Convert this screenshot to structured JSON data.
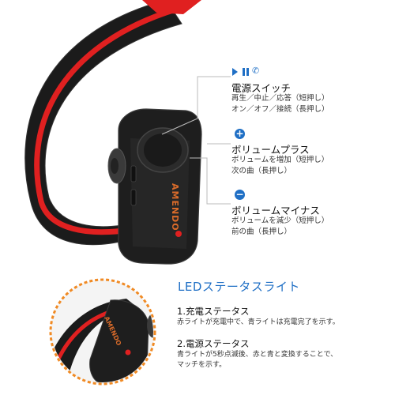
{
  "power_switch": {
    "title": "電源スイッチ",
    "lines": [
      "再生／中止／応答（短押し）",
      "オン／オフ／接続（長押し）"
    ],
    "icons": [
      "play-icon",
      "pause-icon",
      "phone-icon"
    ]
  },
  "volume_up": {
    "title": "ボリュームプラス",
    "lines": [
      "ボリュームを増加（短押し）",
      "次の曲（長押し）"
    ],
    "icon": "plus-icon"
  },
  "volume_down": {
    "title": "ボリュームマイナス",
    "lines": [
      "ボリュームを減少（短押し）",
      "前の曲（長押し）"
    ],
    "icon": "minus-icon"
  },
  "led": {
    "title": "LEDステータスライト",
    "charge_title": "1.充電ステータス",
    "charge_desc": "赤ライトが充電中で、青ライトは充電完了を示す。",
    "power_title": "2.電源ステータス",
    "power_lines": [
      "青ライトが5秒点滅後、赤と青と変換することで、",
      "マッチを示す。"
    ]
  },
  "brand": {
    "logo_text": "AMENDO"
  },
  "colors": {
    "accent": "#1f6fc5",
    "body": "#1a1a1a",
    "red": "#e02020",
    "callout_ring": "#f08a24"
  }
}
